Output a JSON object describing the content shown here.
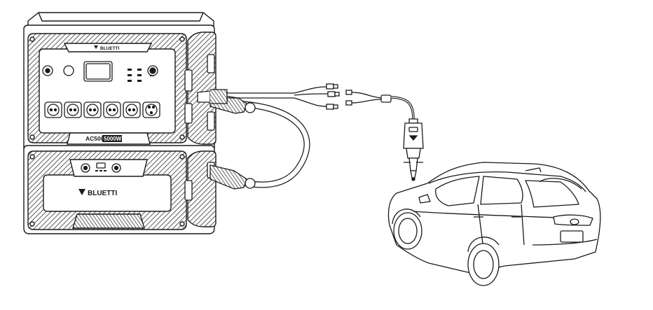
{
  "device": {
    "brand_top": "BLUETTI",
    "model": "AC500",
    "power": "5000W",
    "brand_bottom": "BLUETTI"
  },
  "colors": {
    "line": "#1a1a1a",
    "hatch": "#3a3a3a",
    "panel": "#ffffff",
    "background": "#ffffff"
  },
  "icons": {
    "ac_outlet": "socket-icon",
    "screen": "display-icon",
    "power_button": "power-icon",
    "car_plug": "cigarette-plug-icon"
  }
}
